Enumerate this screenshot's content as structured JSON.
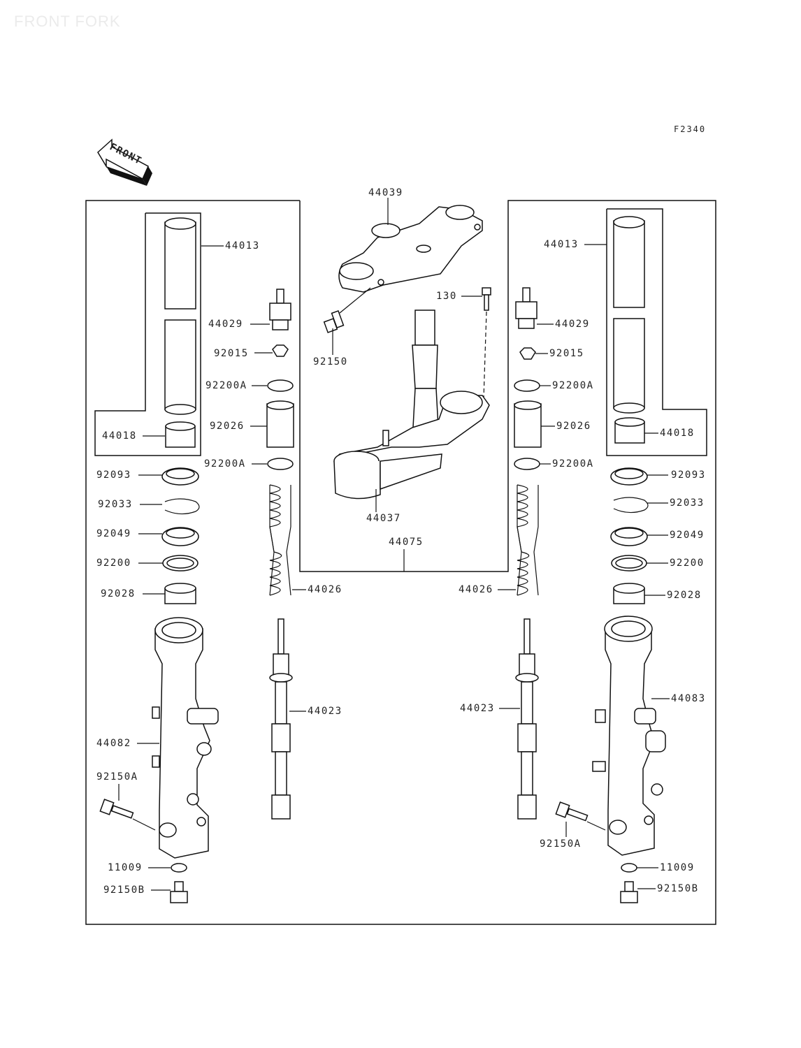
{
  "title": "FRONT FORK",
  "figure_code": "F2340",
  "front_arrow": "FRONT",
  "parts": {
    "p44039": "44039",
    "p44013_l": "44013",
    "p44013_r": "44013",
    "p44029_l": "44029",
    "p44029_r": "44029",
    "p130": "130",
    "p92015_l": "92015",
    "p92015_r": "92015",
    "p92150": "92150",
    "p92200A_l1": "92200A",
    "p92200A_r1": "92200A",
    "p92026_l": "92026",
    "p92026_r": "92026",
    "p44018_l": "44018",
    "p44018_r": "44018",
    "p92200A_l2": "92200A",
    "p92200A_r2": "92200A",
    "p92093_l": "92093",
    "p92093_r": "92093",
    "p92033_l": "92033",
    "p92033_r": "92033",
    "p44037": "44037",
    "p44075": "44075",
    "p92049_l": "92049",
    "p92049_r": "92049",
    "p92200_l": "92200",
    "p92200_r": "92200",
    "p44026_l": "44026",
    "p44026_r": "44026",
    "p92028_l": "92028",
    "p92028_r": "92028",
    "p44023_l": "44023",
    "p44023_r": "44023",
    "p44083": "44083",
    "p44082": "44082",
    "p92150A_l": "92150A",
    "p92150A_r": "92150A",
    "p11009_l": "11009",
    "p11009_r": "11009",
    "p92150B_l": "92150B",
    "p92150B_r": "92150B"
  }
}
